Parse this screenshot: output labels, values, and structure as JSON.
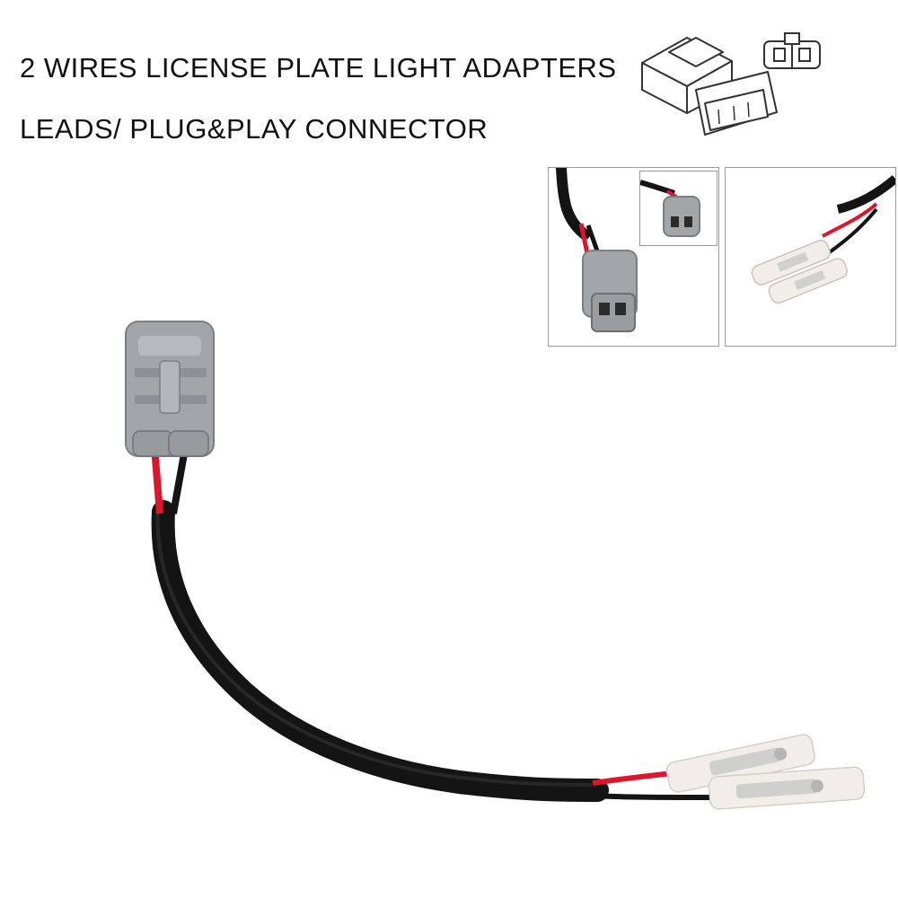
{
  "headline": {
    "line1": "2 WIRES LICENSE PLATE LIGHT ADAPTERS",
    "line2": "LEADS/ PLUG&PLAY CONNECTOR"
  },
  "colors": {
    "background": "#ffffff",
    "connector_gray": "#a3a6a9",
    "cable_black": "#141414",
    "wire_red": "#e0142b",
    "terminal_sleeve": "#f1eeea",
    "panel_border": "#9a9a9a"
  },
  "icons": [
    "connector-line-drawing-icon",
    "connector-face-icon"
  ],
  "detail_panels": [
    "connector-closeup",
    "spade-terminal-closeup"
  ]
}
